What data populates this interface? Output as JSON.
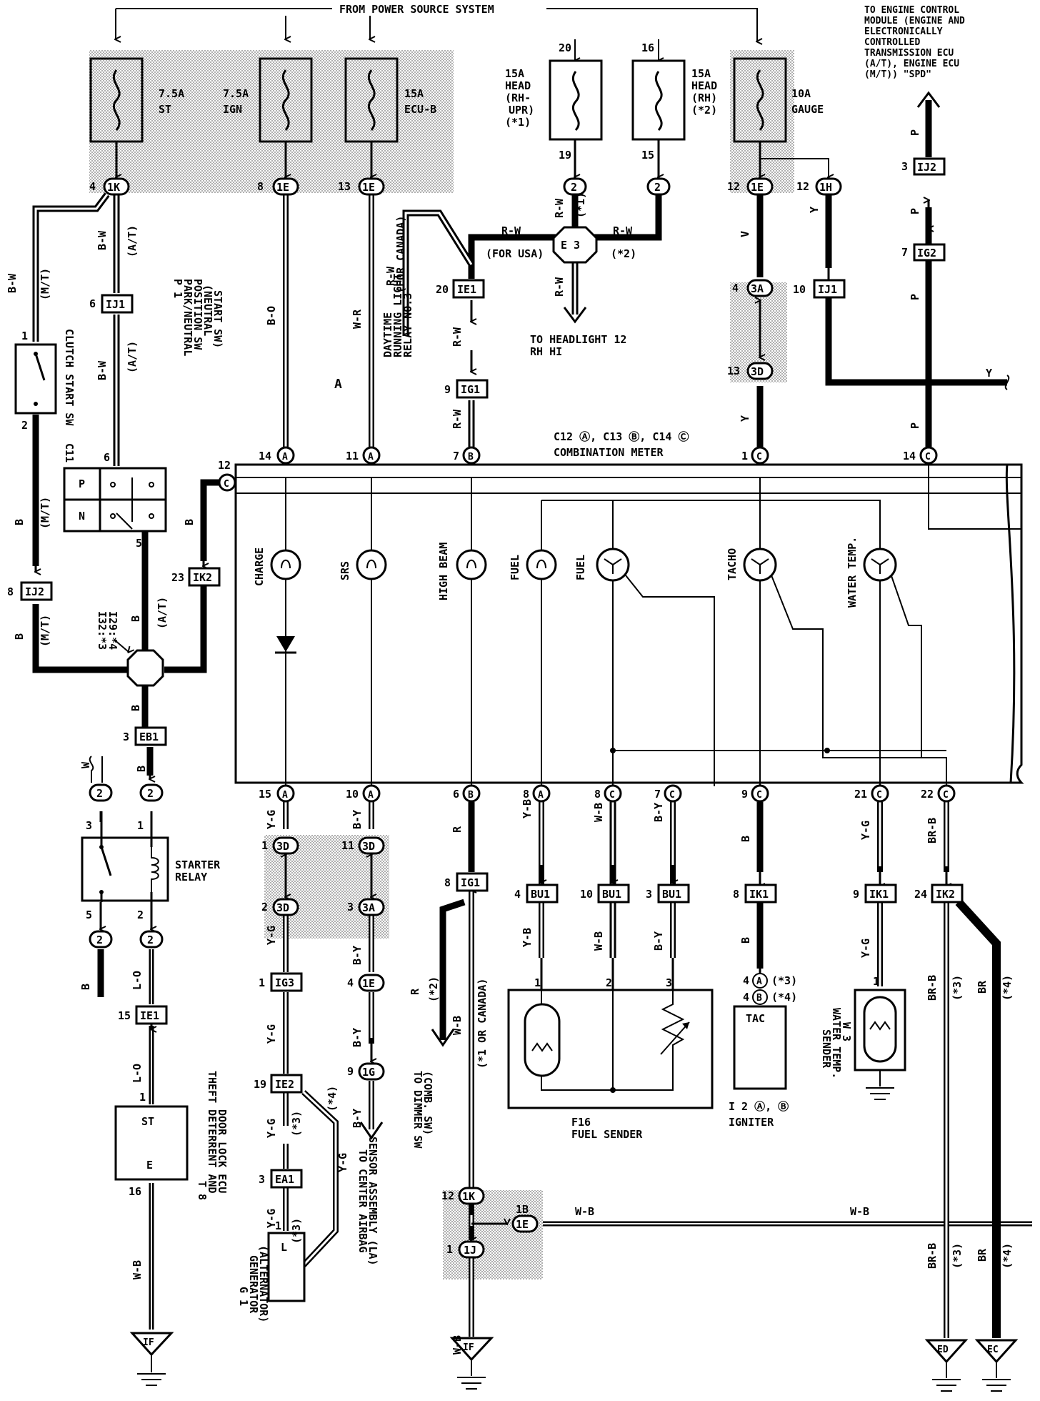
{
  "header": {
    "power_source": "FROM POWER SOURCE SYSTEM"
  },
  "ecm_note": [
    "TO ENGINE CONTROL",
    "MODULE (ENGINE AND",
    "ELECTRONICALLY",
    "CONTROLLED",
    "TRANSMISSION ECU",
    "(A/T), ENGINE ECU",
    "(M/T)) \"SPD\""
  ],
  "fuses": [
    {
      "id": "st",
      "amp": "7.5A",
      "name": "ST"
    },
    {
      "id": "ign",
      "amp": "7.5A",
      "name": "IGN"
    },
    {
      "id": "ecub",
      "amp": "15A",
      "name": "ECU-B"
    },
    {
      "id": "head-upr",
      "amp": "15A",
      "name": "HEAD",
      "sub1": "(RH-",
      "sub2": "UPR)",
      "sub3": "(*1)"
    },
    {
      "id": "head-rh",
      "amp": "15A",
      "name": "HEAD",
      "sub1": "(RH)",
      "sub2": "(*2)"
    },
    {
      "id": "gauge",
      "amp": "10A",
      "name": "GAUGE"
    }
  ],
  "connectors": {
    "c1k": "1K",
    "c1e_a": "1E",
    "c1e_b": "1E",
    "c1e_c": "1E",
    "c1h": "1H",
    "cij1_a": "IJ1",
    "cij1_b": "IJ1",
    "cij2_a": "IJ2",
    "cig2": "IG2",
    "cij2_b": "IJ2",
    "cie1_a": "IE1",
    "cig1_a": "IG1",
    "c3a_a": "3A",
    "c3d_a": "3D",
    "cik2_a": "IK2",
    "ceb1": "EB1",
    "cie1_b": "IE1",
    "c3d_b": "3D",
    "c3d_c": "3D",
    "cig3": "IG3",
    "cie2": "IE2",
    "cea1": "EA1",
    "c3d_d": "3D",
    "c3a_b": "3A",
    "c1e_d": "1E",
    "c1g": "1G",
    "cig1_b": "IG1",
    "cbu1_a": "BU1",
    "cbu1_b": "BU1",
    "cbu1_c": "BU1",
    "cik1_a": "IK1",
    "cik1_b": "IK1",
    "cik2_b": "IK2",
    "c1k_b": "1K",
    "c1e_e": "1E",
    "c1j": "1J",
    "j_e3": "E 3"
  },
  "pins": {
    "p4": "4",
    "p8": "8",
    "p13": "13",
    "p20": "20",
    "p19": "19",
    "p16": "16",
    "p15": "15",
    "p12a": "12",
    "p12b": "12",
    "p3": "3",
    "p7": "7",
    "p6": "6",
    "p10": "10",
    "p20b": "20",
    "p4b": "4",
    "p9": "9",
    "p13b": "13",
    "p1": "1",
    "p2": "2",
    "p6b": "6",
    "p5": "5",
    "p23": "23",
    "p8b": "8",
    "p3b": "3",
    "p3c": "3",
    "p1b": "1",
    "p5b": "5",
    "p2b": "2",
    "p15b": "15",
    "p1c": "1",
    "p16b": "16",
    "p15c": "15",
    "p10b": "10",
    "p6c": "6",
    "p8c": "8",
    "p8d": "8",
    "p7b": "7",
    "p9b": "9",
    "p21": "21",
    "p22": "22",
    "p1d": "1",
    "p11": "11",
    "p2c": "2",
    "p3d": "3",
    "p1e": "1",
    "p4c": "4",
    "p19b": "19",
    "p9c": "9",
    "p3e": "3",
    "p8e": "8",
    "p4d": "4",
    "p10c": "10",
    "p3f": "3",
    "p8f": "8",
    "p9d": "9",
    "p24": "24",
    "p1f": "1",
    "p2d": "2",
    "p3g": "3",
    "p4e": "4",
    "p4f": "4",
    "p1g": "1",
    "p12c": "12",
    "p1h": "1",
    "p14a": "14",
    "p11b": "11",
    "p7c": "7",
    "p1i": "1",
    "p14b": "14",
    "p12d": "12",
    "p1j": "1"
  },
  "pin_letters": {
    "A": "A",
    "B": "B",
    "C": "C"
  },
  "wires": {
    "bw": "B-W",
    "mt": "(M/T)",
    "at": "(A/T)",
    "bo": "B-O",
    "wr": "W-R",
    "rw": "R-W",
    "for_canada": "(FOR CANADA)",
    "for_usa": "(FOR USA)",
    "star1": "(*1)",
    "star2": "(*2)",
    "star3": "(*3)",
    "star4": "(*4)",
    "v": "V",
    "y": "Y",
    "p": "P",
    "b": "B",
    "w": "W",
    "lo": "L-O",
    "yg": "Y-G",
    "by": "B-Y",
    "r": "R",
    "yb": "Y-B",
    "wb": "W-B",
    "brb": "BR-B",
    "br": "BR",
    "star1_canada": "(*1 OR CANADA)",
    "pin1b": "1B"
  },
  "components": {
    "clutch_sw": [
      "C11",
      "CLUTCH START SW"
    ],
    "park_sw": [
      "P 1",
      "PARK/NEUTRAL",
      "POSITION SW",
      "(NEUTRAL",
      "START SW)"
    ],
    "park_p": "P",
    "park_n": "N",
    "junction_note": [
      "I32:*3",
      "I29:*4"
    ],
    "starter_relay": [
      "STARTER",
      "RELAY"
    ],
    "theft_ecu": [
      "T 8",
      "THEFT DETERRENT AND",
      "DOOR LOCK ECU"
    ],
    "theft_st": "ST",
    "theft_e": "E",
    "generator": [
      "G 1",
      "GENERATOR",
      "(ALTERNATOR)"
    ],
    "generator_l": "L",
    "airbag": [
      "TO CENTER AIRBAG",
      "SENSOR ASSEMBLY (LA)"
    ],
    "dimmer": [
      "TO DIMMER SW",
      "(COMB. SW)"
    ],
    "drl_relay": [
      "DAYTIME",
      "RUNNING LIGHT",
      "RELAY NO.3"
    ],
    "headlight": [
      "TO HEADLIGHT 12",
      "RH HI"
    ],
    "meter_conn": "C12 Ⓐ, C13 Ⓑ, C14 Ⓒ",
    "meter_name": "COMBINATION METER",
    "fuel_sender": [
      "F16",
      "FUEL SENDER"
    ],
    "tac": "TAC",
    "igniter": [
      "I 2 Ⓐ, Ⓑ",
      "IGNITER"
    ],
    "tac_star3": "(*3)",
    "tac_star4": "(*4)",
    "water_sender": [
      "W 3",
      "WATER TEMP.",
      "SENDER"
    ],
    "area_a": "A"
  },
  "indicators": [
    "CHARGE",
    "SRS",
    "HIGH BEAM",
    "FUEL",
    "FUEL",
    "TACHO",
    "WATER TEMP."
  ],
  "grounds": [
    "IF",
    "IF",
    "ED",
    "EC"
  ]
}
